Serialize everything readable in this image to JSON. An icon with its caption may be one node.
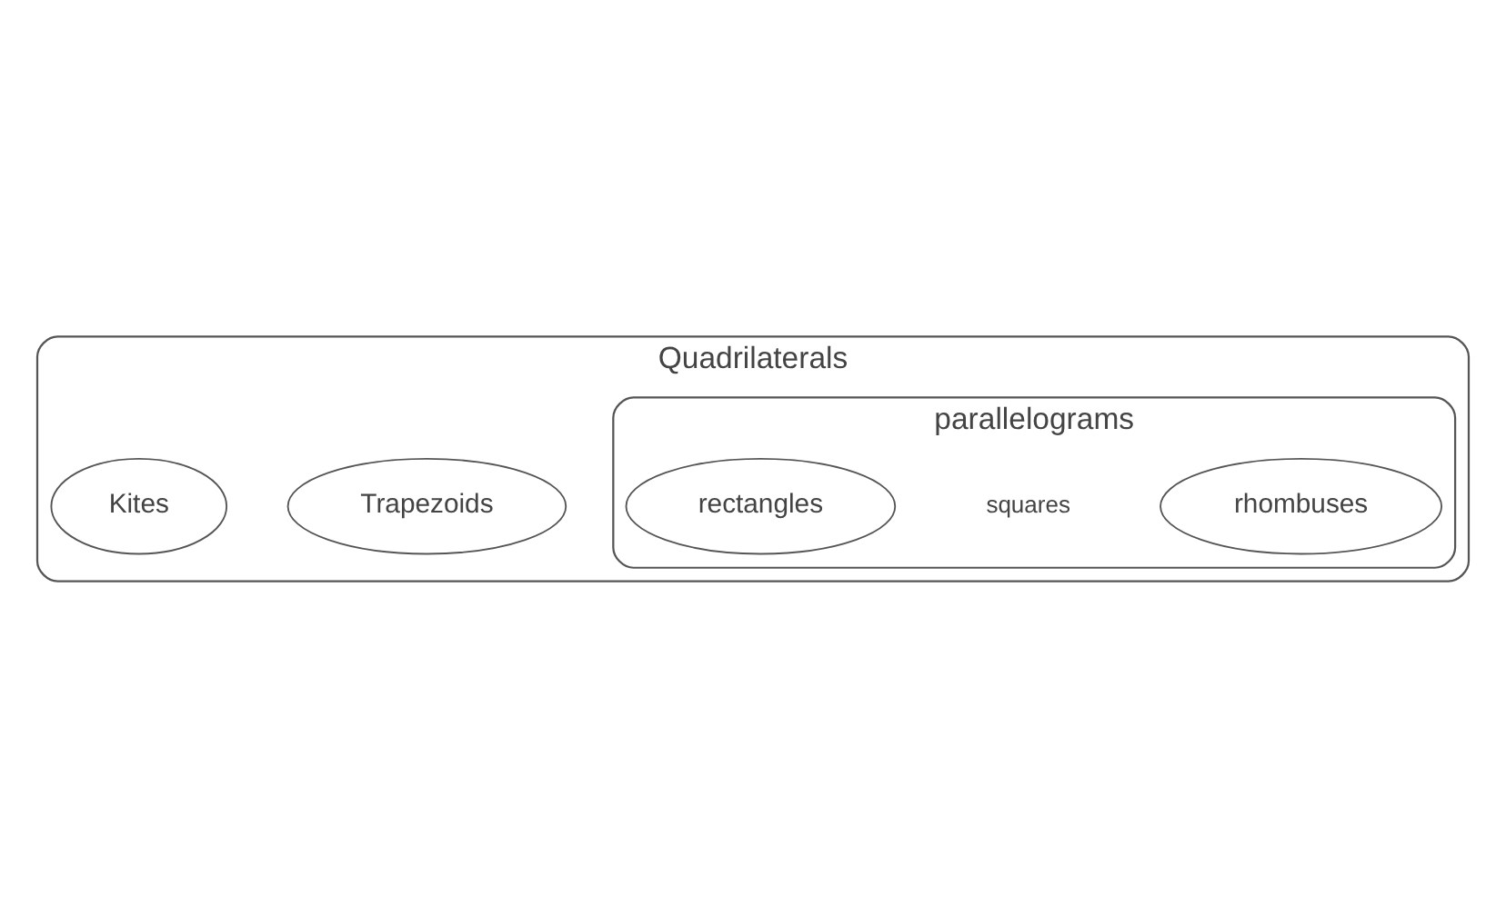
{
  "diagram": {
    "nodes": [
      {
        "text": [
          "Quadrilaterals"
        ]
      },
      {
        "text": [
          "parallelograms"
        ],
        "in": 0
      },
      {
        "text": [
          "rectangles"
        ],
        "in": 1
      },
      {
        "text": [
          "rhombuses"
        ],
        "in": 1
      },
      {
        "text": [
          "Trapezoids"
        ],
        "in": 0
      },
      {
        "text": [
          "Kites"
        ],
        "in": 0
      }
    ],
    "labels": [
      "squares"
    ]
  }
}
